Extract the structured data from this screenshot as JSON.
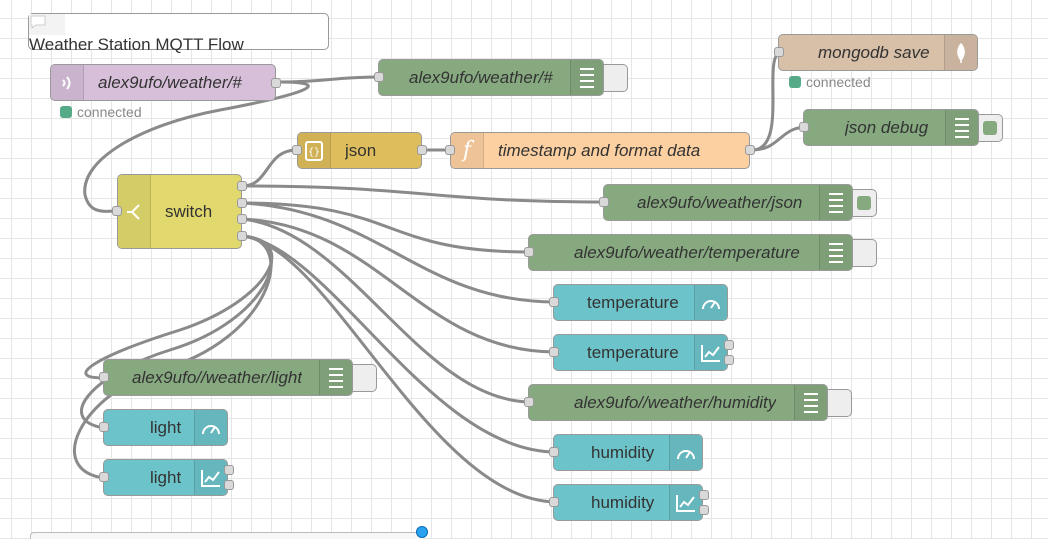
{
  "flow": {
    "comment_title": "Weather Station MQTT Flow"
  },
  "nodes": {
    "mqtt_in": {
      "label": "alex9ufo/weather/#",
      "status": "connected",
      "color": "#d7bfd9",
      "icon": "mqtt-wave-icon"
    },
    "mqtt_out_weather": {
      "label": "alex9ufo/weather/#",
      "color": "#87a980",
      "icon": "list-icon"
    },
    "mongodb": {
      "label": "mongodb save",
      "status": "connected",
      "color": "#d7bfa8",
      "icon": "leaf-icon"
    },
    "json": {
      "label": "json",
      "color": "#debd5c",
      "icon": "braces-icon"
    },
    "function": {
      "label": "timestamp and format data",
      "color": "#fdd0a2",
      "icon": "function-icon"
    },
    "json_debug": {
      "label": "json debug",
      "color": "#87a980",
      "icon": "list-icon"
    },
    "switch": {
      "label": "switch",
      "color": "#e2d96e",
      "icon": "switch-icon"
    },
    "out_json": {
      "label": "alex9ufo/weather/json",
      "color": "#87a980",
      "icon": "list-icon"
    },
    "out_temperature": {
      "label": "alex9ufo/weather/temperature",
      "color": "#87a980",
      "icon": "list-icon"
    },
    "gauge_temperature": {
      "label": "temperature",
      "color": "#6cc3c9",
      "icon": "gauge-icon"
    },
    "chart_temperature": {
      "label": "temperature",
      "color": "#6cc3c9",
      "icon": "chart-icon"
    },
    "out_light": {
      "label": "alex9ufo//weather/light",
      "color": "#87a980",
      "icon": "list-icon"
    },
    "gauge_light": {
      "label": "light",
      "color": "#6cc3c9",
      "icon": "gauge-icon"
    },
    "chart_light": {
      "label": "light",
      "color": "#6cc3c9",
      "icon": "chart-icon"
    },
    "out_humidity": {
      "label": "alex9ufo//weather/humidity",
      "color": "#87a980",
      "icon": "list-icon"
    },
    "gauge_humidity": {
      "label": "humidity",
      "color": "#6cc3c9",
      "icon": "gauge-icon"
    },
    "chart_humidity": {
      "label": "humidity",
      "color": "#6cc3c9",
      "icon": "chart-icon"
    }
  },
  "colors": {
    "wire": "#888888",
    "debug_active": "#87a980",
    "status_connected": "#5a8"
  }
}
